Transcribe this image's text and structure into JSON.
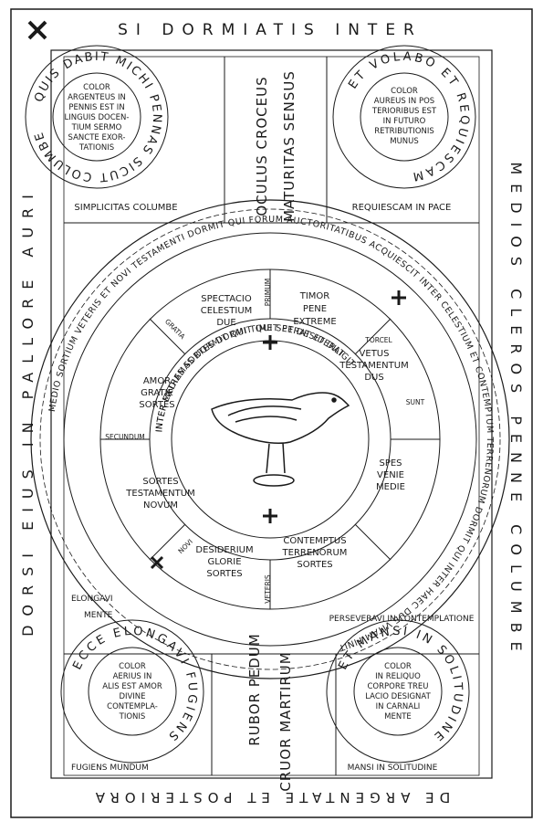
{
  "border": {
    "top": "SI DORMIATIS INTER",
    "right": "MEDIOS CLEROS PENNE COLUMBE",
    "bottom": "DE ARGENTATE ET POSTERIORA",
    "left": "DORSI EIUS IN PALLORE AURI"
  },
  "corners": {
    "top_left": {
      "ring": "QUIS DABIT MICHI PENNAS SICUT COLUMBE",
      "inner": [
        "COLOR",
        "ARGENTEUS IN",
        "PENNIS EST IN",
        "LINGUIS DOCEN-",
        "TIUM SERMO",
        "SANCTE EXOR-",
        "TATIONIS"
      ],
      "caption": "SIMPLICITAS COLUMBE"
    },
    "top_right": {
      "ring": "ET VOLABO ET REQUIESCAM",
      "inner": [
        "COLOR",
        "AUREUS IN POS",
        "TERIORIBUS EST",
        "IN FUTURO",
        "RETRIBUTIONIS",
        "MUNUS"
      ],
      "caption": "REQUIESCAM IN PACE"
    },
    "bottom_left": {
      "ring": "ECCE ELONGAVI FUGIENS",
      "inner": [
        "COLOR",
        "AERIUS IN",
        "ALIS EST AMOR",
        "DIVINE",
        "CONTEMPLA-",
        "TIONIS"
      ],
      "caption_top": "ELONGAVI",
      "caption_bottom": "FUGIENS MUNDUM"
    },
    "bottom_right": {
      "ring": "ET MANSI IN SOLITUDINE",
      "inner": [
        "COLOR",
        "IN RELIQUO",
        "CORPORE TREU",
        "LACIO DESIGNAT",
        "IN CARNALI",
        "MENTE"
      ],
      "caption_top": "PERSEVERAVI IN CONTEMPLATIONE",
      "caption_bottom": "MANSI IN SOLITUDINE"
    }
  },
  "middle_left_caption": "MENTE",
  "top_band": [
    "OCULUS CROCEUS",
    "MATURITAS SENSUS"
  ],
  "bottom_band": [
    "RUBOR PEDUM",
    "CRUOR MARTIRUM"
  ],
  "outer_ring": "MEDIO SORTIUM VETERIS ET NOVI TESTAMENTI DORMIT QUI FORUM AUCTORITATIBUS ACQUIESCIT INTER CELESTIUM ET CONTEMPTUM TERRENORUM DORMIT QUI INTER HAEC DUE VITAM FINIT",
  "segments": {
    "top_center": [
      "TIMOR",
      "PENE",
      "EXTREME"
    ],
    "top_left": [
      "SPECTACIO",
      "CELESTIUM",
      "DUE"
    ],
    "left": [
      "AMOR",
      "GRATIE",
      "SORTES"
    ],
    "bottom_left": [
      "SORTES",
      "TESTAMENTUM",
      "NOVUM"
    ],
    "bottom": [
      "DESIDERIUM",
      "GLORIE",
      "SORTES"
    ],
    "bottom_right": [
      "CONTEMPTUS",
      "TERRENORUM",
      "SORTES"
    ],
    "right": [
      "SPES",
      "VENIE",
      "MEDIE"
    ],
    "top_right": [
      "VETUS",
      "TESTAMENTUM",
      "DUS"
    ]
  },
  "spokes": [
    "PRIMUM",
    "TORCEL",
    "SUNT",
    "VETERIS",
    "NOVI",
    "SECUNDUM",
    "GRATIA"
  ],
  "inner_ring": {
    "top": "INTER MEDIAS SORTES DORMIT QUI SPERAT ET DILIGIT",
    "bottom": "INTER EXTREMAS DORMIT QUI TIMET ET DESIDERAT"
  },
  "icons": [
    "cross-icon",
    "dove-icon"
  ],
  "colors": {
    "ink": "#1a1a1a",
    "paper": "#ffffff"
  }
}
